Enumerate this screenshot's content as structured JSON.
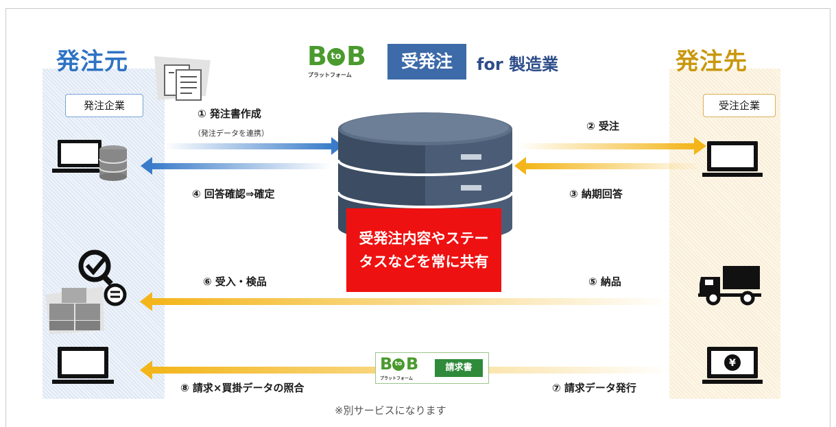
{
  "header": {
    "logo_b1": "B",
    "logo_to": "to",
    "logo_b2": "B",
    "logo_sub": "プラットフォーム",
    "title": "受発注",
    "suffix": "for 製造業"
  },
  "left": {
    "title": "発注元",
    "company": "発注企業"
  },
  "right": {
    "title": "発注先",
    "company": "受注企業"
  },
  "steps": {
    "s1": "① 発注書作成",
    "s1_sub": "（発注データを連携）",
    "s2": "② 受注",
    "s3": "③ 納期回答",
    "s4": "④ 回答確認⇒確定",
    "s5": "⑤ 納品",
    "s6": "⑥ 受入・検品",
    "s7": "⑦ 請求データ発行",
    "s8": "⑧ 請求×買掛データの照合"
  },
  "center": {
    "shared_text": "受発注内容やステータスなどを常に共有"
  },
  "invoice": {
    "logo_b1": "B",
    "logo_to": "to",
    "logo_b2": "B",
    "logo_sub": "プラットフォーム",
    "label": "請求書"
  },
  "note": "※別サービスになります",
  "colors": {
    "blue": "#3a7cc9",
    "orange": "#f3b51a",
    "red": "#ee1111",
    "dark": "#3c4d63"
  }
}
